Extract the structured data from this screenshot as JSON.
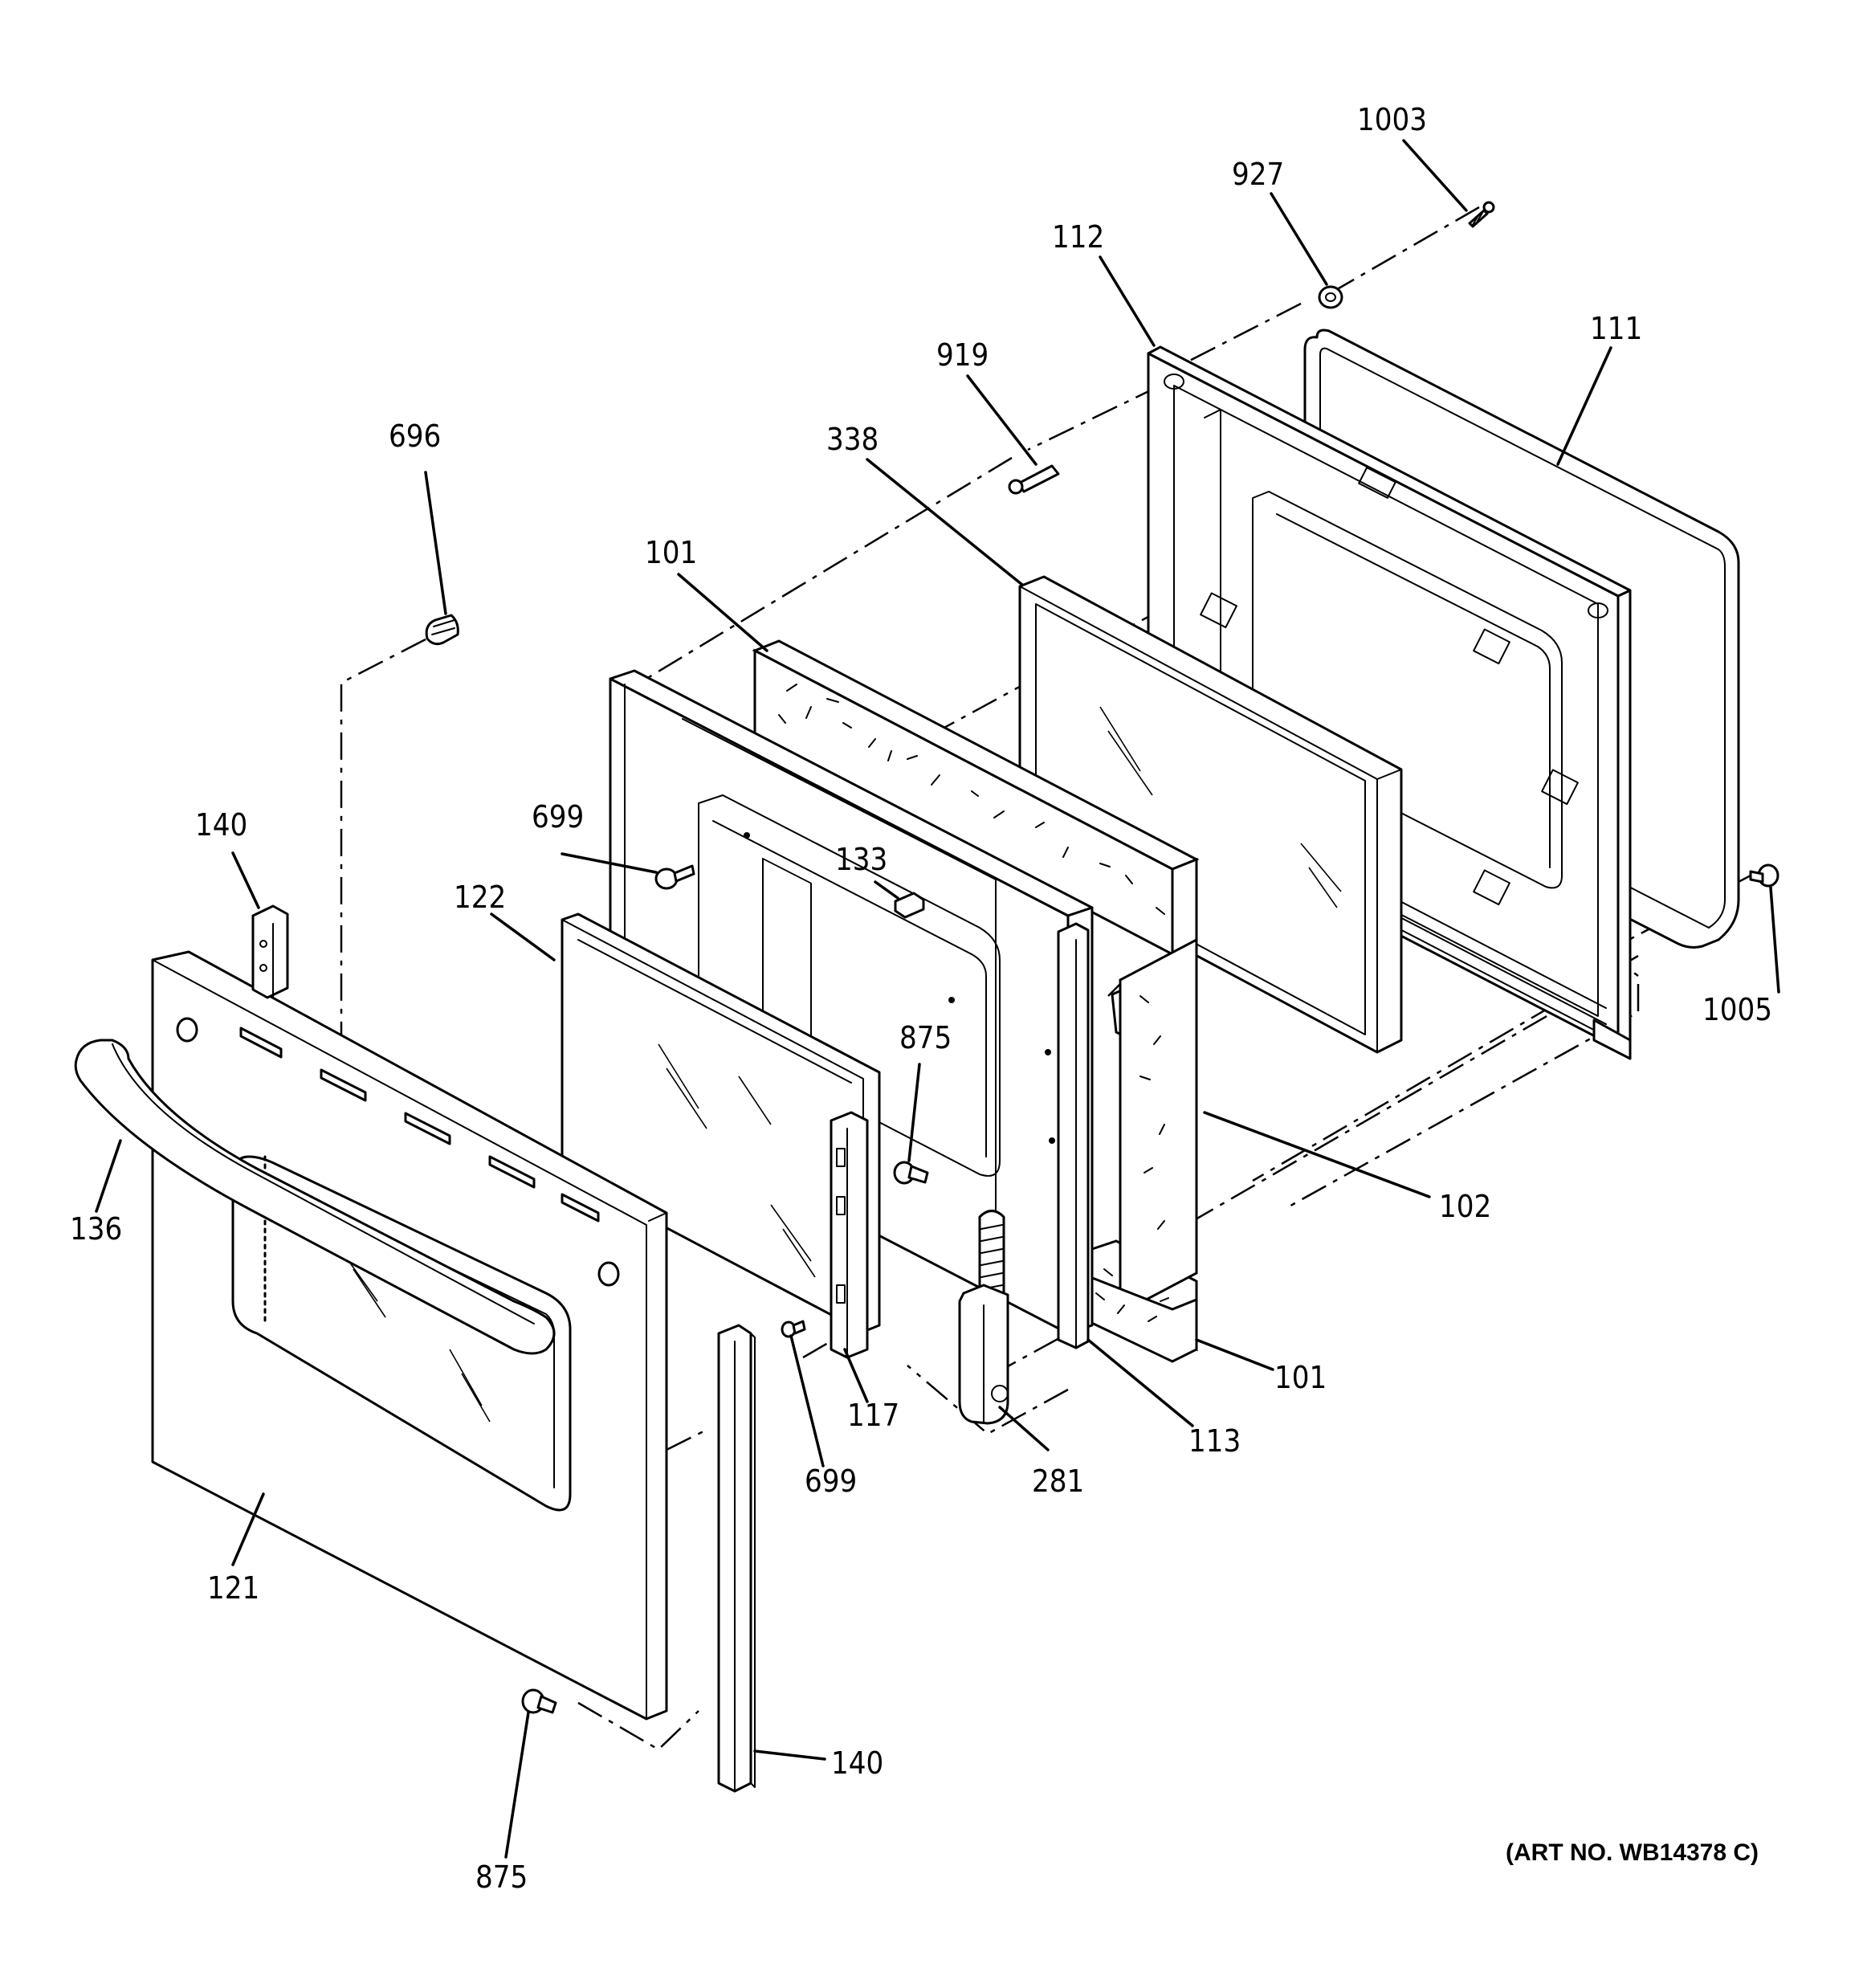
{
  "diagram": {
    "art_number": "(ART NO. WB14378 C)",
    "parts": [
      {
        "id": "p1003",
        "label": "1003"
      },
      {
        "id": "p927",
        "label": "927"
      },
      {
        "id": "p112",
        "label": "112"
      },
      {
        "id": "p111",
        "label": "111"
      },
      {
        "id": "p919",
        "label": "919"
      },
      {
        "id": "p338",
        "label": "338"
      },
      {
        "id": "p696",
        "label": "696"
      },
      {
        "id": "p101a",
        "label": "101"
      },
      {
        "id": "p699a",
        "label": "699"
      },
      {
        "id": "p140a",
        "label": "140"
      },
      {
        "id": "p133",
        "label": "133"
      },
      {
        "id": "p122",
        "label": "122"
      },
      {
        "id": "p875a",
        "label": "875"
      },
      {
        "id": "p1005",
        "label": "1005"
      },
      {
        "id": "p136",
        "label": "136"
      },
      {
        "id": "p102",
        "label": "102"
      },
      {
        "id": "p101b",
        "label": "101"
      },
      {
        "id": "p117",
        "label": "117"
      },
      {
        "id": "p113",
        "label": "113"
      },
      {
        "id": "p699b",
        "label": "699"
      },
      {
        "id": "p281",
        "label": "281"
      },
      {
        "id": "p121",
        "label": "121"
      },
      {
        "id": "p140b",
        "label": "140"
      },
      {
        "id": "p875b",
        "label": "875"
      }
    ]
  }
}
